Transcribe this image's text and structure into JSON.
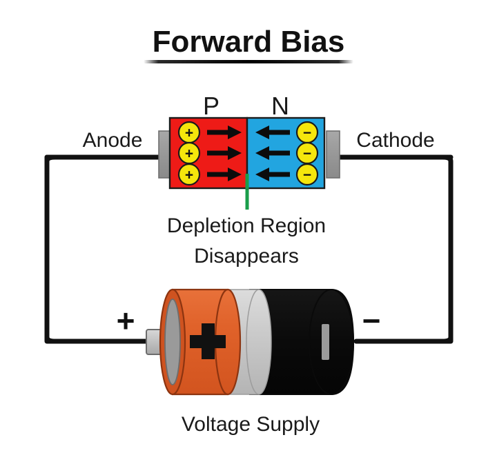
{
  "title": "Forward Bias",
  "diode": {
    "p_label": "P",
    "n_label": "N",
    "anode_label": "Anode",
    "cathode_label": "Cathode",
    "p_color": "#ee1b17",
    "n_color": "#22a5e0",
    "carrier_color": "#f5e60c",
    "lead_color": "#9a9a9a",
    "junction_line_color": "#1a9e4b",
    "p_carriers": [
      {
        "symbol": "+",
        "name": "hole-carrier"
      },
      {
        "symbol": "+",
        "name": "hole-carrier"
      },
      {
        "symbol": "+",
        "name": "hole-carrier"
      }
    ],
    "n_carriers": [
      {
        "symbol": "−",
        "name": "electron-carrier"
      },
      {
        "symbol": "−",
        "name": "electron-carrier"
      },
      {
        "symbol": "−",
        "name": "electron-carrier"
      }
    ],
    "p_arrow_direction": "right",
    "n_arrow_direction": "left"
  },
  "depletion": {
    "line1": "Depletion Region",
    "line2": "Disappears"
  },
  "battery": {
    "caption": "Voltage Supply",
    "positive_sign": "+",
    "negative_sign": "−",
    "body_plus": "+",
    "positive_color": "#e0622a",
    "band_color": "#c9c9c9",
    "negative_color": "#0d0d0d",
    "terminal_color": "#c0c0c0",
    "negative_stripe_color": "#9b9b9b"
  },
  "circuit": {
    "wire_color": "#111111",
    "wire_width": 7
  },
  "colors": {
    "background": "#ffffff",
    "text": "#1a1a1a",
    "title": "#111111"
  }
}
